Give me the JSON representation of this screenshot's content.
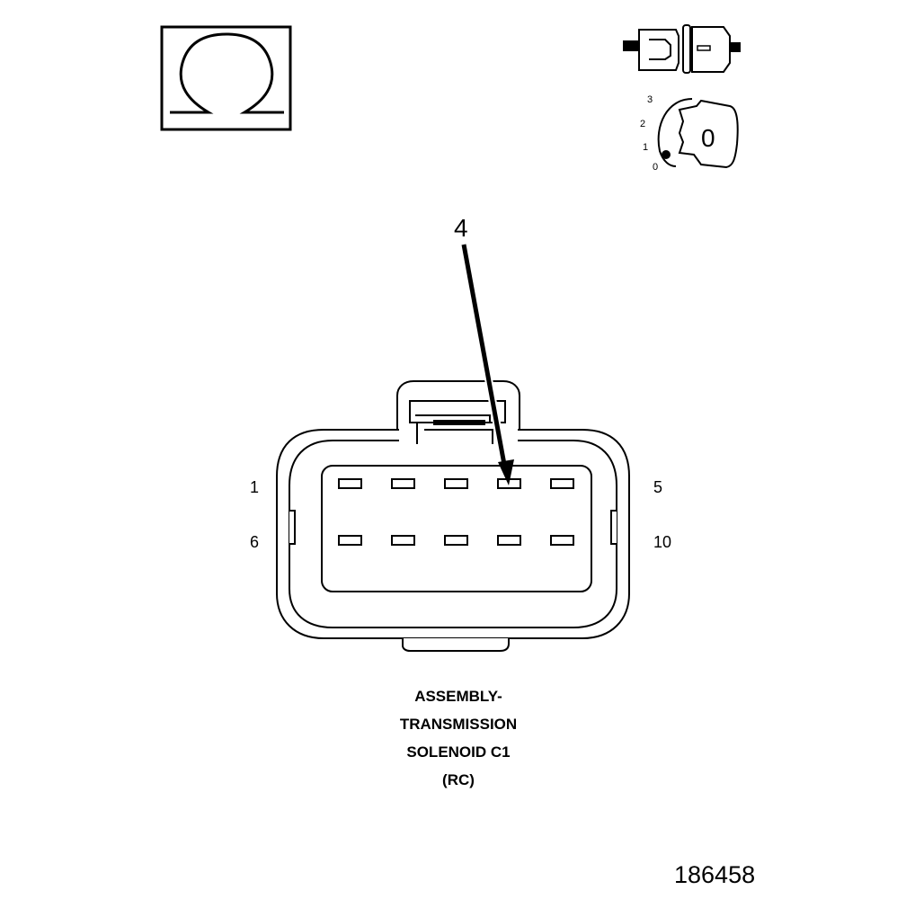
{
  "icons": {
    "meter": "ohm-symbol-icon",
    "connector": "disconnected-connector-icon",
    "ignition": "ignition-key-off-icon"
  },
  "ignition_positions": [
    "3",
    "2",
    "1",
    "0"
  ],
  "ignition_key_label": "0",
  "callout": {
    "label": "4"
  },
  "connector": {
    "pin_labels": {
      "top_left": "1",
      "top_right": "5",
      "bottom_left": "6",
      "bottom_right": "10"
    }
  },
  "caption": {
    "lines": [
      "ASSEMBLY-",
      "TRANSMISSION",
      "SOLENOID C1",
      "(RC)"
    ]
  },
  "figure_id": "186458"
}
